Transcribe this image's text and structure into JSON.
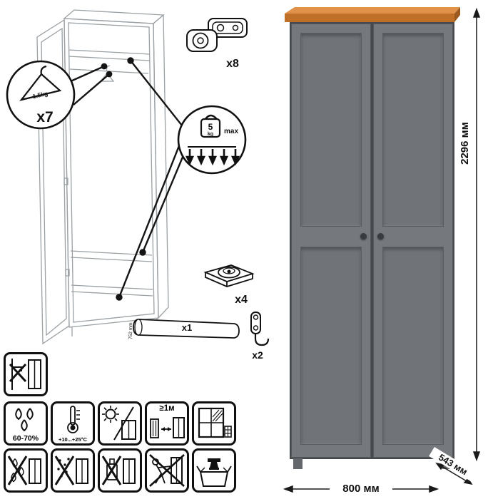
{
  "dimensions": {
    "height": "2296 мм",
    "width": "800 мм",
    "depth": "543 мм"
  },
  "callouts": {
    "hanger": {
      "capacity": "1.5kg",
      "count": "x7"
    },
    "load": {
      "value": "5",
      "unit": "kg",
      "qualifier": "max"
    }
  },
  "hardware": {
    "hinges": "x8",
    "legs": "x4",
    "rod": "x1",
    "rod_length": "752 mm",
    "hooks": "x2"
  },
  "care": {
    "humidity": "60-70%",
    "temperature": "+10...+25°С",
    "distance": "≥1м"
  },
  "icons": {
    "standalone": "wall-mount-warning-icon",
    "care_row1": [
      "humidity-icon",
      "temperature-icon",
      "sunlight-icon",
      "distance-icon",
      "ventilation-icon"
    ],
    "care_row2": [
      "no-water-icon",
      "no-abrasive-icon",
      "no-solvent-icon",
      "no-push-icon",
      "anvil-box-icon"
    ],
    "hardware": [
      "hinge-icon",
      "leg-icon",
      "rod-icon",
      "hook-icon"
    ]
  },
  "colors": {
    "cabinet_gray": "#75797d",
    "panel_gray": "#707478",
    "top_wood_front": "#c06f28",
    "top_wood_surface": "#e0924a",
    "knob": "#383c40"
  }
}
